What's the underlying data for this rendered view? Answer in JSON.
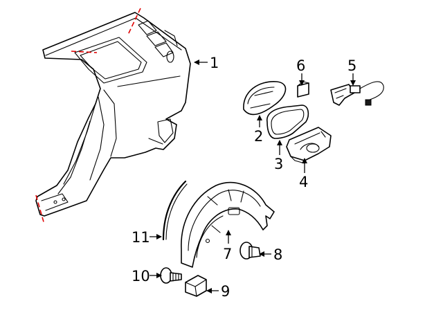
{
  "colors": {
    "line": "#000000",
    "cut_line": "#e00000",
    "background": "#ffffff"
  },
  "callouts": [
    {
      "id": "1",
      "label": "1",
      "part": "quarter-panel"
    },
    {
      "id": "2",
      "label": "2",
      "part": "fuel-door"
    },
    {
      "id": "3",
      "label": "3",
      "part": "fuel-door-gasket"
    },
    {
      "id": "4",
      "label": "4",
      "part": "fuel-filler-housing"
    },
    {
      "id": "5",
      "label": "5",
      "part": "fuel-door-release-actuator"
    },
    {
      "id": "6",
      "label": "6",
      "part": "fuel-door-bumper"
    },
    {
      "id": "7",
      "label": "7",
      "part": "wheel-liner"
    },
    {
      "id": "8",
      "label": "8",
      "part": "liner-push-pin"
    },
    {
      "id": "9",
      "label": "9",
      "part": "liner-retainer-clip"
    },
    {
      "id": "10",
      "label": "10",
      "part": "liner-screw"
    },
    {
      "id": "11",
      "label": "11",
      "part": "liner-seal-strip"
    }
  ]
}
